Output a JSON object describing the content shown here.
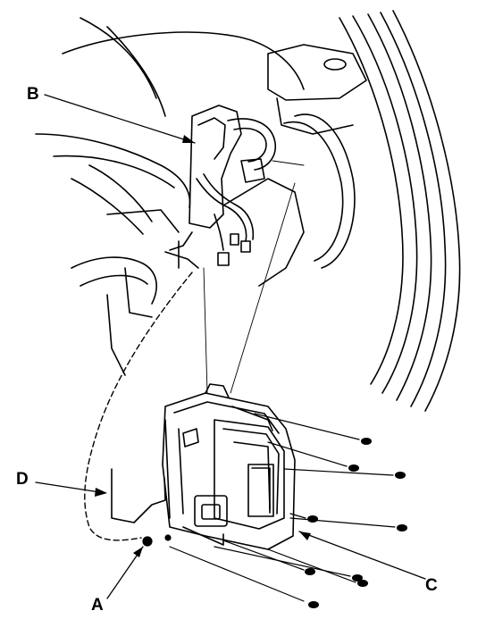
{
  "callouts": {
    "a": "A",
    "b": "B",
    "c": "C",
    "d": "D"
  },
  "colors": {
    "ink": "#000000",
    "background": "#ffffff"
  }
}
